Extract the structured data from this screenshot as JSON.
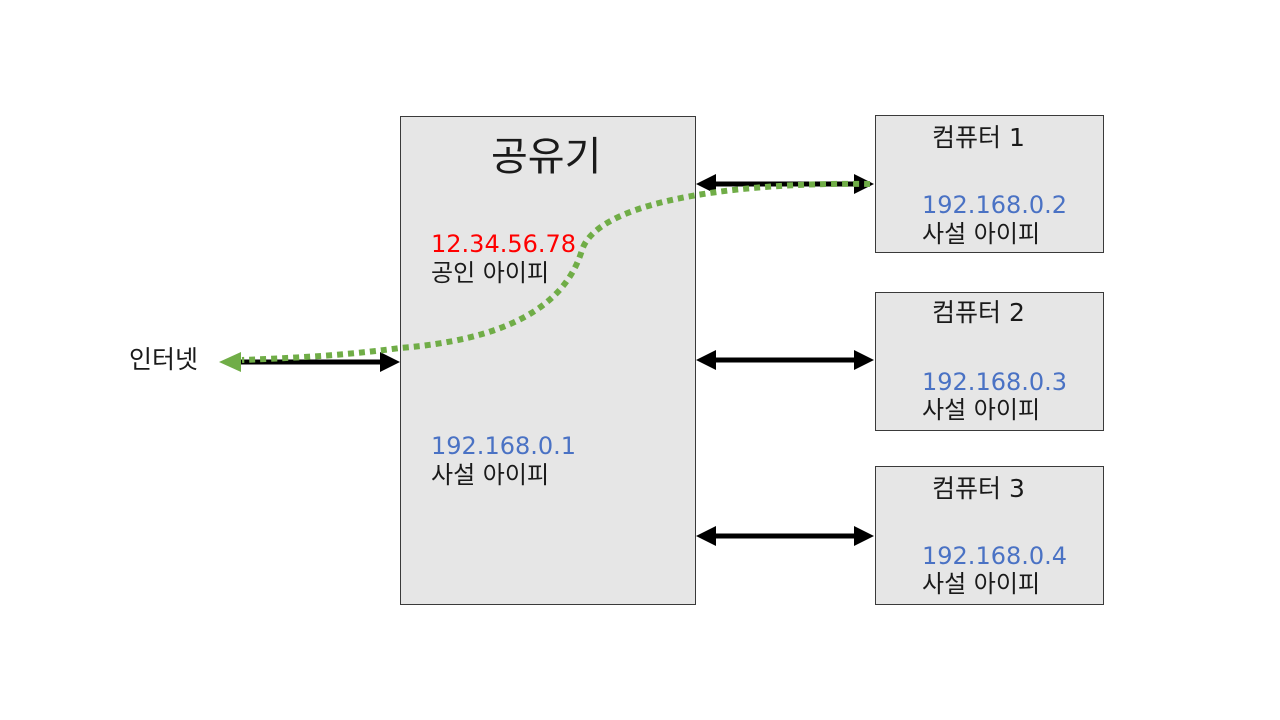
{
  "router": {
    "title": "공유기",
    "public_ip": "12.34.56.78",
    "public_ip_label": "공인 아이피",
    "private_ip": "192.168.0.1",
    "private_ip_label": "사설 아이피"
  },
  "internet": {
    "label": "인터넷"
  },
  "computers": [
    {
      "title": "컴퓨터 1",
      "ip": "192.168.0.2",
      "ip_label": "사설 아이피"
    },
    {
      "title": "컴퓨터 2",
      "ip": "192.168.0.3",
      "ip_label": "사설 아이피"
    },
    {
      "title": "컴퓨터 3",
      "ip": "192.168.0.4",
      "ip_label": "사설 아이피"
    }
  ],
  "colors": {
    "box_fill": "#e6e6e6",
    "box_border": "#3a3a3a",
    "public_ip": "#ff0000",
    "private_ip": "#4a72c4",
    "arrow": "#000000",
    "path": "#70ad47"
  }
}
